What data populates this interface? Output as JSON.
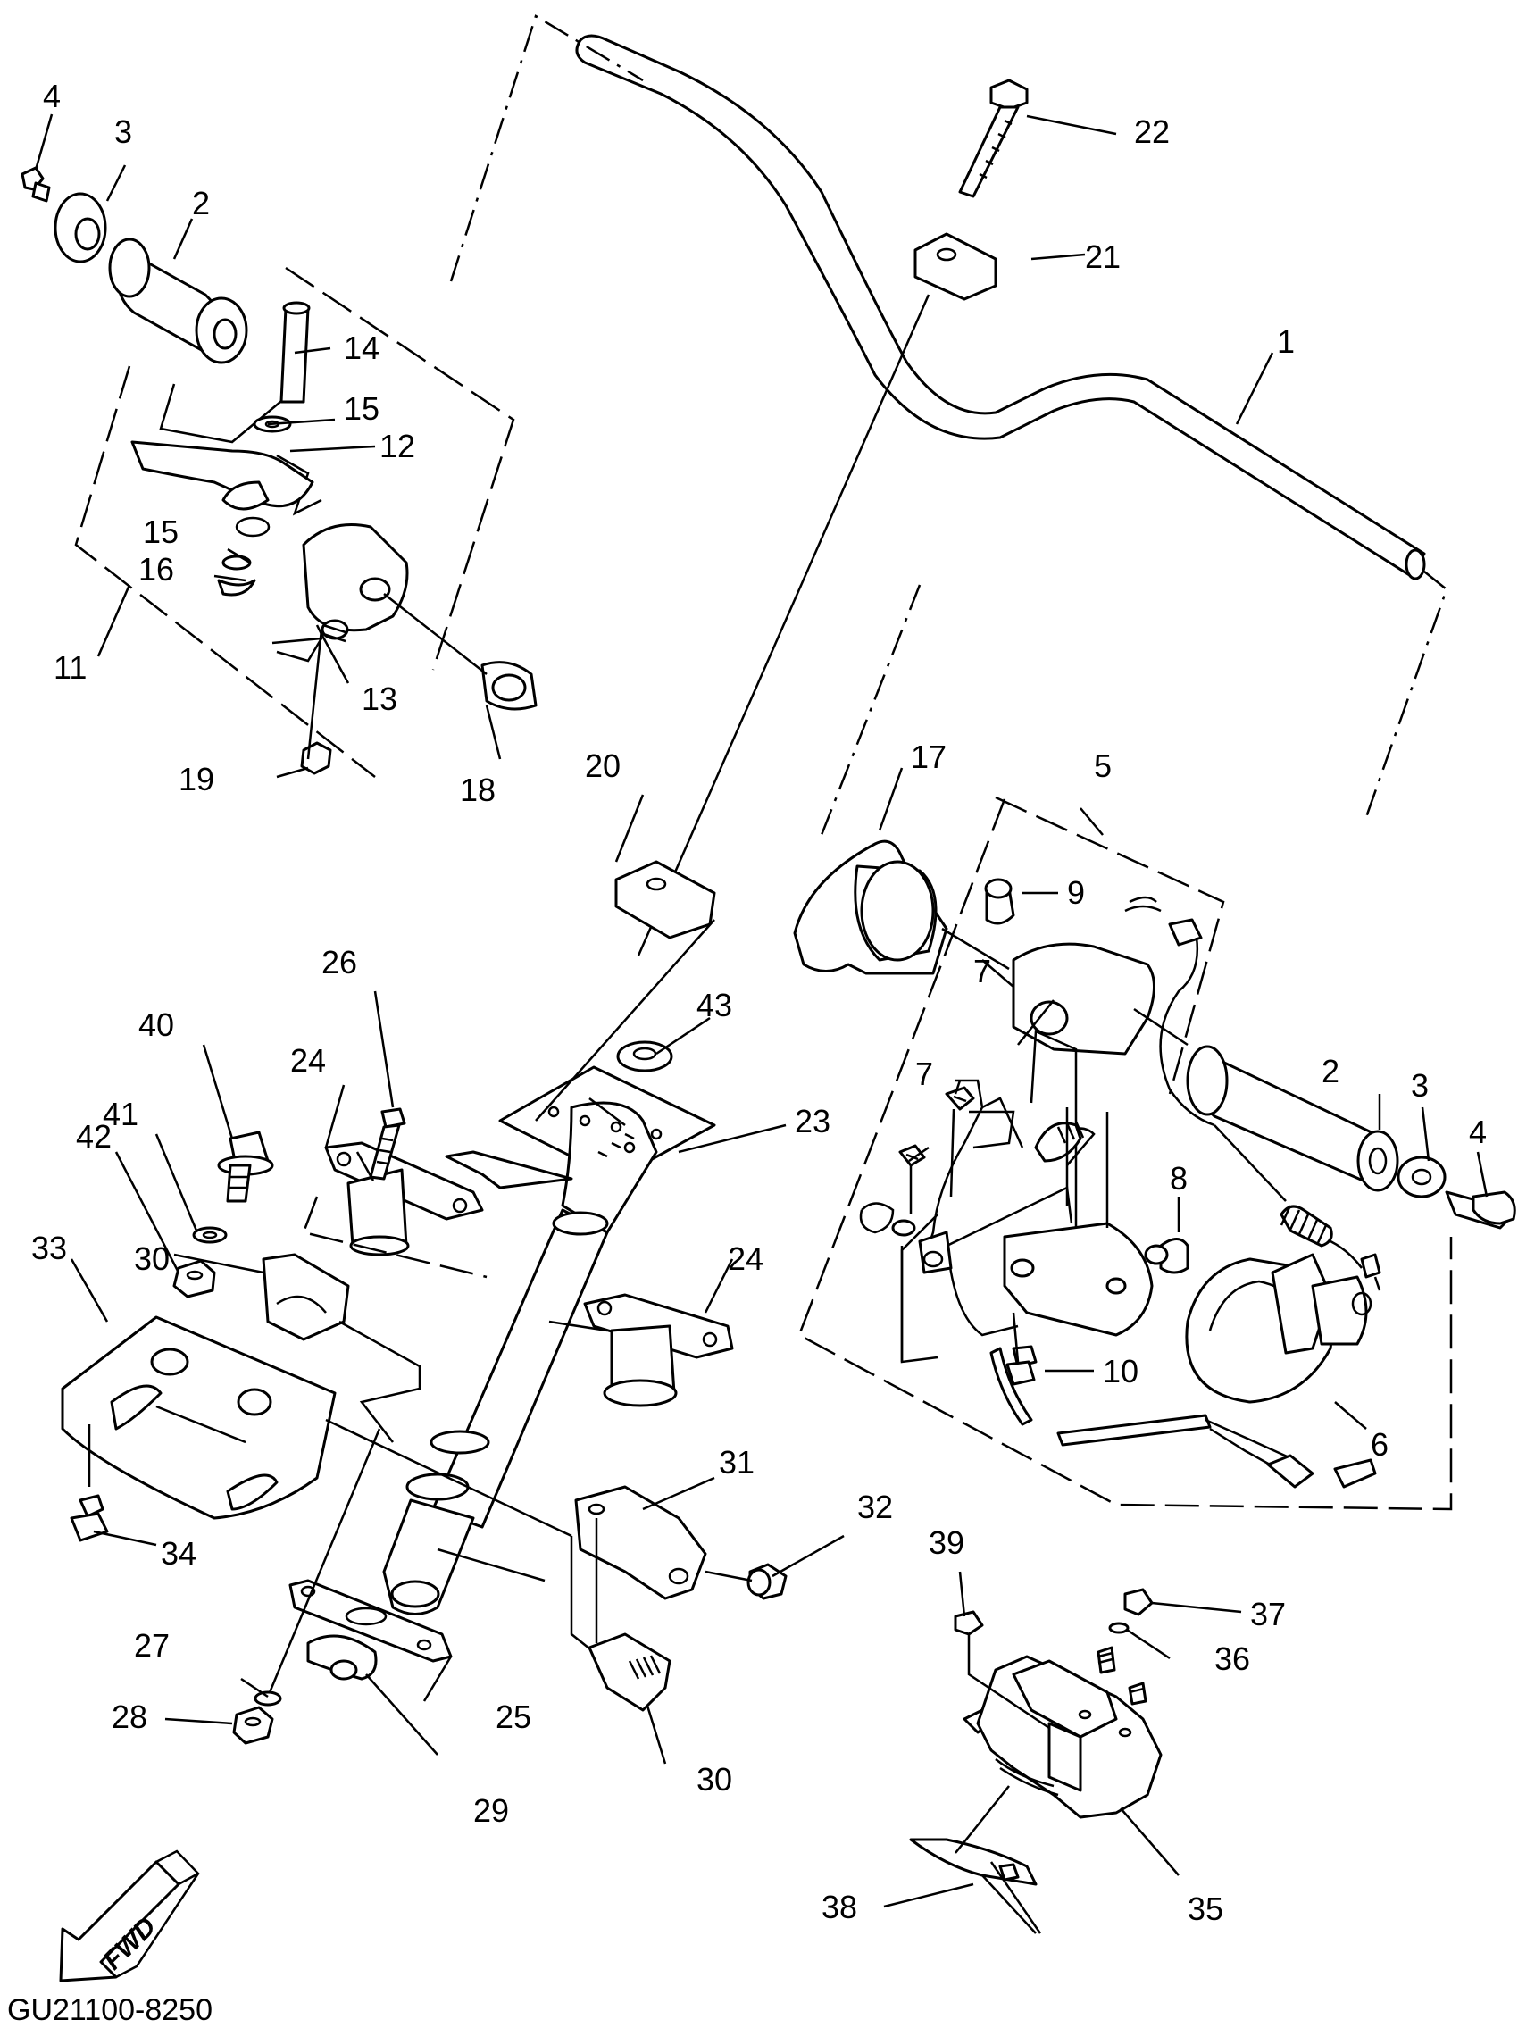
{
  "drawing": {
    "code": "GU21100-8250",
    "fwd_label": "FWD"
  },
  "callouts": [
    {
      "id": "c1",
      "label": "1"
    },
    {
      "id": "c2a",
      "label": "2"
    },
    {
      "id": "c2b",
      "label": "2"
    },
    {
      "id": "c3a",
      "label": "3"
    },
    {
      "id": "c3b",
      "label": "3"
    },
    {
      "id": "c4a",
      "label": "4"
    },
    {
      "id": "c4b",
      "label": "4"
    },
    {
      "id": "c5",
      "label": "5"
    },
    {
      "id": "c6",
      "label": "6"
    },
    {
      "id": "c7a",
      "label": "7"
    },
    {
      "id": "c7b",
      "label": "7"
    },
    {
      "id": "c8",
      "label": "8"
    },
    {
      "id": "c9",
      "label": "9"
    },
    {
      "id": "c10",
      "label": "10"
    },
    {
      "id": "c11",
      "label": "11"
    },
    {
      "id": "c12",
      "label": "12"
    },
    {
      "id": "c13",
      "label": "13"
    },
    {
      "id": "c14",
      "label": "14"
    },
    {
      "id": "c15a",
      "label": "15"
    },
    {
      "id": "c15b",
      "label": "15"
    },
    {
      "id": "c16",
      "label": "16"
    },
    {
      "id": "c17",
      "label": "17"
    },
    {
      "id": "c18",
      "label": "18"
    },
    {
      "id": "c19",
      "label": "19"
    },
    {
      "id": "c20",
      "label": "20"
    },
    {
      "id": "c21",
      "label": "21"
    },
    {
      "id": "c22",
      "label": "22"
    },
    {
      "id": "c23",
      "label": "23"
    },
    {
      "id": "c24a",
      "label": "24"
    },
    {
      "id": "c24b",
      "label": "24"
    },
    {
      "id": "c25",
      "label": "25"
    },
    {
      "id": "c26",
      "label": "26"
    },
    {
      "id": "c27",
      "label": "27"
    },
    {
      "id": "c28",
      "label": "28"
    },
    {
      "id": "c29",
      "label": "29"
    },
    {
      "id": "c30a",
      "label": "30"
    },
    {
      "id": "c30b",
      "label": "30"
    },
    {
      "id": "c31",
      "label": "31"
    },
    {
      "id": "c32",
      "label": "32"
    },
    {
      "id": "c33",
      "label": "33"
    },
    {
      "id": "c34",
      "label": "34"
    },
    {
      "id": "c35",
      "label": "35"
    },
    {
      "id": "c36",
      "label": "36"
    },
    {
      "id": "c37",
      "label": "37"
    },
    {
      "id": "c38",
      "label": "38"
    },
    {
      "id": "c39",
      "label": "39"
    },
    {
      "id": "c40",
      "label": "40"
    },
    {
      "id": "c41",
      "label": "41"
    },
    {
      "id": "c42",
      "label": "42"
    },
    {
      "id": "c43",
      "label": "43"
    }
  ]
}
